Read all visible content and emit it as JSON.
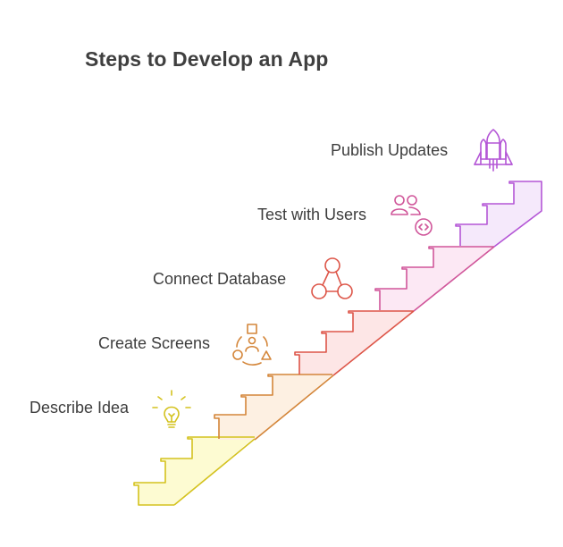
{
  "title": "Steps to Develop an App",
  "steps": [
    {
      "label": "Describe Idea",
      "icon": "lightbulb-icon",
      "color": "#d4c21e",
      "fill": "#fdfbd2"
    },
    {
      "label": "Create Screens",
      "icon": "shapes-person-icon",
      "color": "#d4863a",
      "fill": "#fdf0e2"
    },
    {
      "label": "Connect Database",
      "icon": "network-nodes-icon",
      "color": "#dd5548",
      "fill": "#fde6e6"
    },
    {
      "label": "Test with Users",
      "icon": "users-code-icon",
      "color": "#d0569a",
      "fill": "#fce8f4"
    },
    {
      "label": "Publish Updates",
      "icon": "rocket-icon",
      "color": "#b456d6",
      "fill": "#f5e9fb"
    }
  ]
}
